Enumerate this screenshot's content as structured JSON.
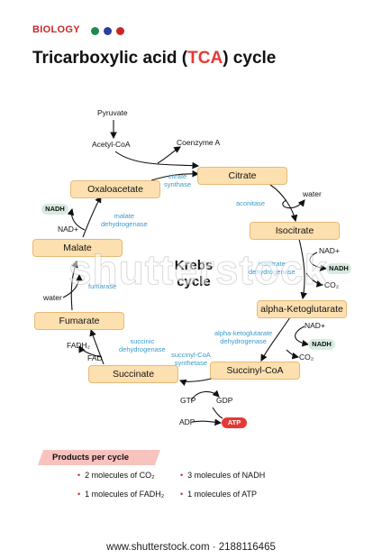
{
  "header": {
    "tag": "BIOLOGY",
    "dot_colors": [
      "#1f8a4c",
      "#2c3e9e",
      "#c62828"
    ],
    "title_pre": "Tricarboxylic acid (",
    "title_hl": "TCA",
    "title_post": ") cycle"
  },
  "diagram": {
    "center_line1": "Krebs",
    "center_line2": "cycle",
    "metabolites": {
      "citrate": "Citrate",
      "isocitrate": "Isocitrate",
      "akg": "alpha-Ketoglutarate",
      "succinyl_coa": "Succinyl-CoA",
      "succinate": "Succinate",
      "fumarate": "Fumarate",
      "malate": "Malate",
      "oxaloacetate": "Oxaloacetate"
    },
    "labels": {
      "pyruvate": "Pyruvate",
      "acetyl_coa": "Acetyl-CoA",
      "coenzyme_a": "Coenzyme A",
      "water_right": "water",
      "nad_1": "NAD+",
      "co2_1": "CO₂",
      "nad_2": "NAD+",
      "co2_2": "CO₂",
      "gtp": "GTP",
      "gdp": "GDP",
      "adp": "ADP",
      "fadh2": "FADH₂",
      "fad": "FAD",
      "water_left": "water",
      "nad_left": "NAD+"
    },
    "pills": {
      "nadh_1": "NADH",
      "nadh_2": "NADH",
      "nadh_left": "NADH",
      "atp": "ATP"
    },
    "enzymes": {
      "citrate_synthase_1": "citrate",
      "citrate_synthase_2": "synthase",
      "aconitase": "aconitase",
      "isocitrate_dh_1": "isocitrate",
      "isocitrate_dh_2": "dehydrogenase",
      "akg_dh_1": "alpha-ketoglutarate",
      "akg_dh_2": "dehydrogenase",
      "scs_1": "succinyl-CoA",
      "scs_2": "synthetase",
      "sdh_1": "succinic",
      "sdh_2": "dehydrogenase",
      "fumarase": "fumarase",
      "mdh_1": "malate",
      "mdh_2": "dehydrogenase"
    }
  },
  "products": {
    "heading": "Products per cycle",
    "items": [
      "2 molecules of CO₂",
      "3 molecules of NADH",
      "1 molecules of FADH₂",
      "1 molecules of ATP"
    ]
  },
  "watermark": "shutterstock",
  "footer": "www.shutterstock.com · 2188116465"
}
